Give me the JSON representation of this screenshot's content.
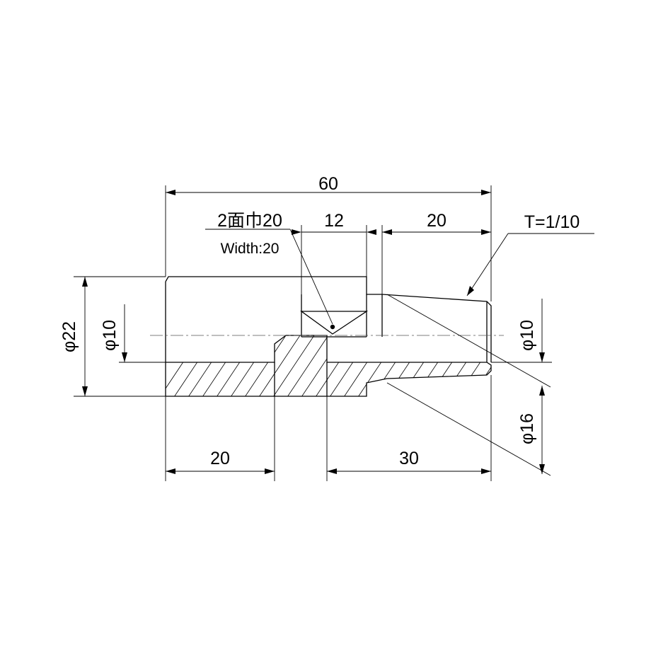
{
  "dimensions": {
    "overall_length": "60",
    "width_across_flats_jp": "2面巾20",
    "width_across_flats_en": "Width:20",
    "flat_length": "12",
    "taper_length": "20",
    "taper": "T=1/10",
    "outer_diameter": "φ22",
    "bore_left": "φ10",
    "bore_right": "φ10",
    "taper_diameter": "φ16",
    "bore_depth_left": "20",
    "bore_depth_right": "30"
  }
}
